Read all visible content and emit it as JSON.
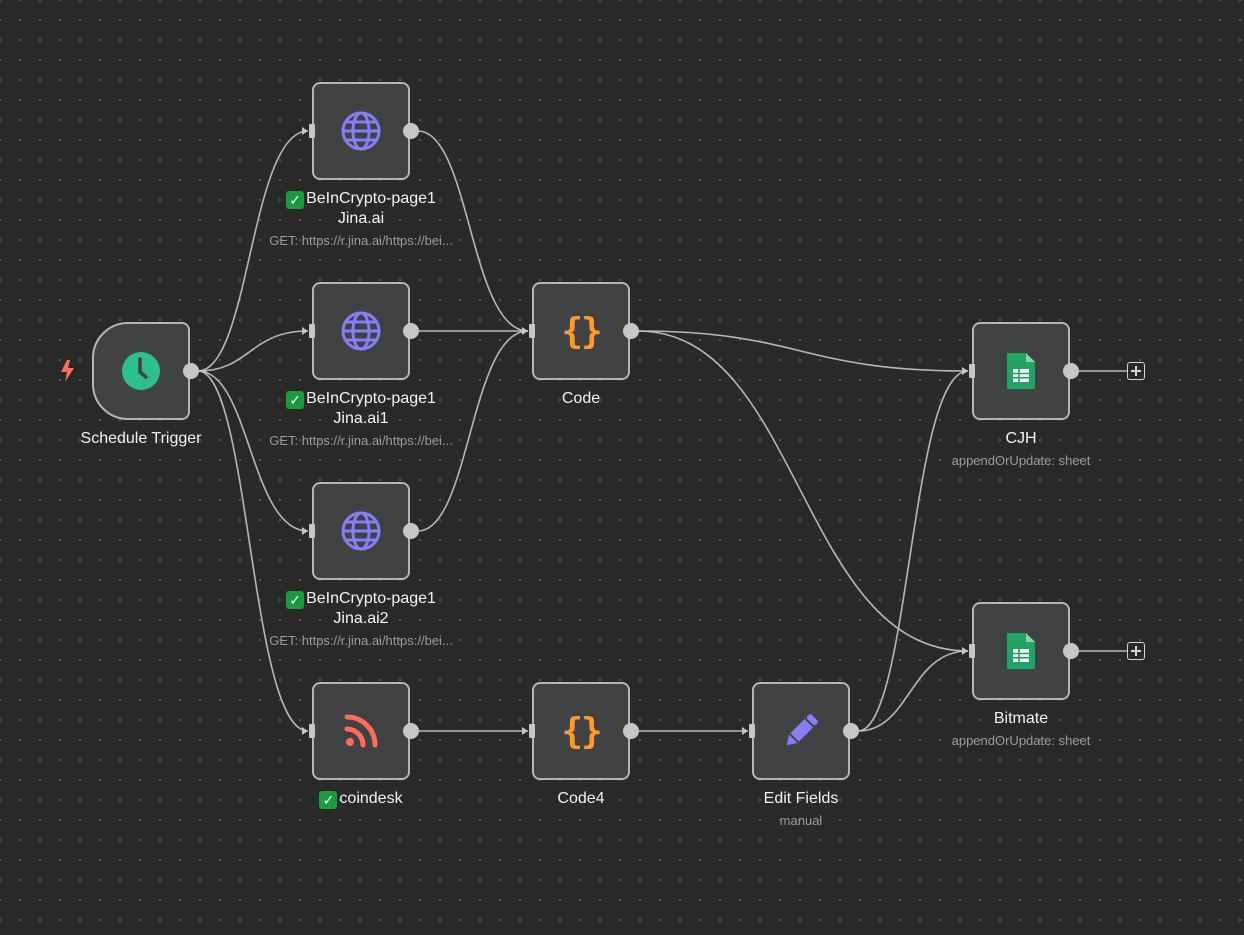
{
  "workflow": {
    "nodes": {
      "schedule_trigger": {
        "name": "Schedule Trigger"
      },
      "jina_1": {
        "name": "BeInCrypto-page1",
        "name_line2": "Jina.ai",
        "subtitle": "GET: https://r.jina.ai/https://bei...",
        "status": "success"
      },
      "jina_2": {
        "name": "BeInCrypto-page1",
        "name_line2": "Jina.ai1",
        "subtitle": "GET: https://r.jina.ai/https://bei...",
        "status": "success"
      },
      "jina_3": {
        "name": "BeInCrypto-page1",
        "name_line2": "Jina.ai2",
        "subtitle": "GET: https://r.jina.ai/https://bei...",
        "status": "success"
      },
      "coindesk": {
        "name": "coindesk",
        "status": "success"
      },
      "code": {
        "name": "Code"
      },
      "code4": {
        "name": "Code4"
      },
      "edit_fields": {
        "name": "Edit Fields",
        "subtitle": "manual"
      },
      "cjh": {
        "name": "CJH",
        "subtitle": "appendOrUpdate: sheet"
      },
      "bitmate": {
        "name": "Bitmate",
        "subtitle": "appendOrUpdate: sheet"
      }
    },
    "status_icon": "✓"
  },
  "colors": {
    "canvas_bg": "#2a2a2a",
    "node_bg": "#414244",
    "node_border": "#b5b5b8",
    "wire": "#c6c6c9",
    "trigger_accent": "#ff6d5a",
    "clock_green": "#2ebf91",
    "http_purple": "#8b7cf6",
    "code_orange": "#ff9a2a",
    "sheets_green": "#1fa463",
    "success_green": "#1e9a3e"
  }
}
